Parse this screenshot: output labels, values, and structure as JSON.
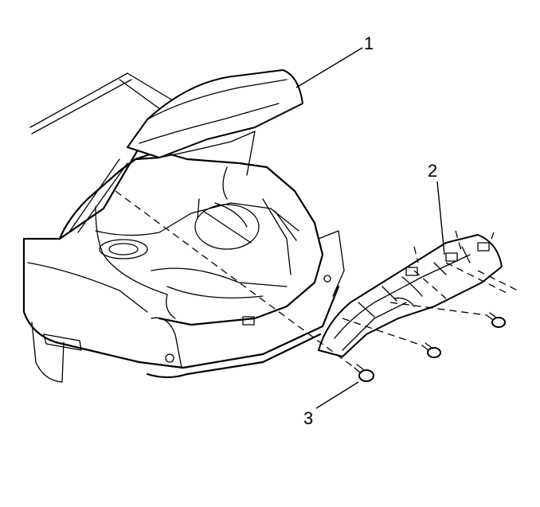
{
  "callouts": {
    "one": "1",
    "two": "2",
    "three": "3"
  },
  "colors": {
    "ink": "#000000",
    "paper": "#ffffff"
  }
}
